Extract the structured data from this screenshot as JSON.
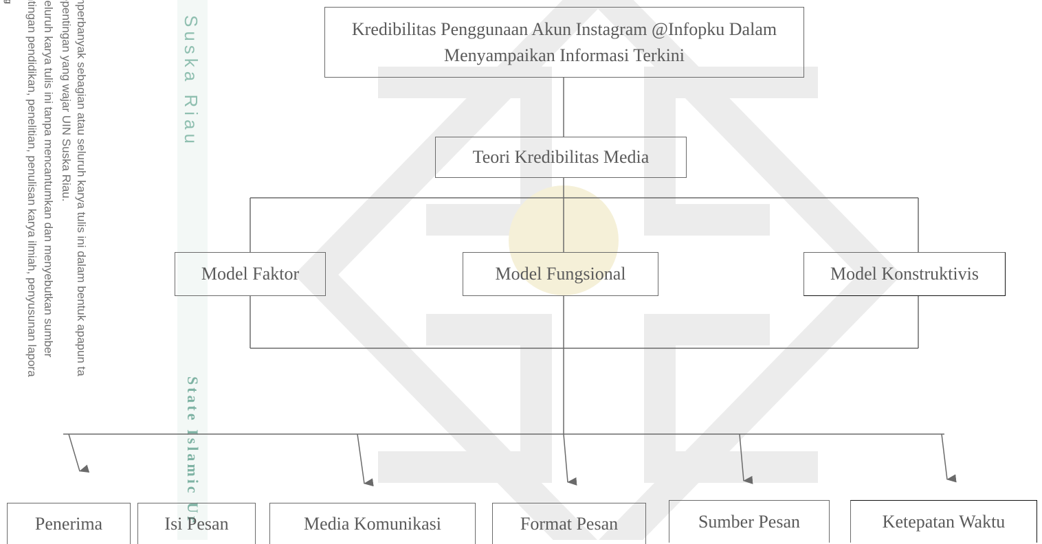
{
  "diagram": {
    "title": "Kredibilitas Penggunaan Akun Instagram @Infopku Dalam Menyampaikan Informasi Terkini",
    "theory": "Teori Kredibilitas Media",
    "models": [
      "Model Faktor",
      "Model Fungsional",
      "Model Konstruktivis"
    ],
    "elements": [
      "Penerima",
      "Isi Pesan",
      "Media Komunikasi",
      "Format Pesan",
      "Sumber Pesan",
      "Ketepatan Waktu"
    ]
  },
  "watermark": {
    "heading_letter": "g",
    "lines": [
      "seluruh karya tulis ini tanpa mencantumkan dan menyebutkan sumber",
      "ntingan pendidikan, penelitian, penulisan karya ilmiah, penyusunan lapora",
      "epentingan yang wajar UIN Suska Riau.",
      "mperbanyak sebagian atau seluruh karya tulis ini dalam bentuk apapun ta"
    ],
    "brand_top": "Suska Riau",
    "brand_bottom": "State Islamic Ur"
  },
  "colors": {
    "line": "#6a6a6a",
    "text": "#5a5a5a",
    "watermark": "#f0e9c8"
  }
}
